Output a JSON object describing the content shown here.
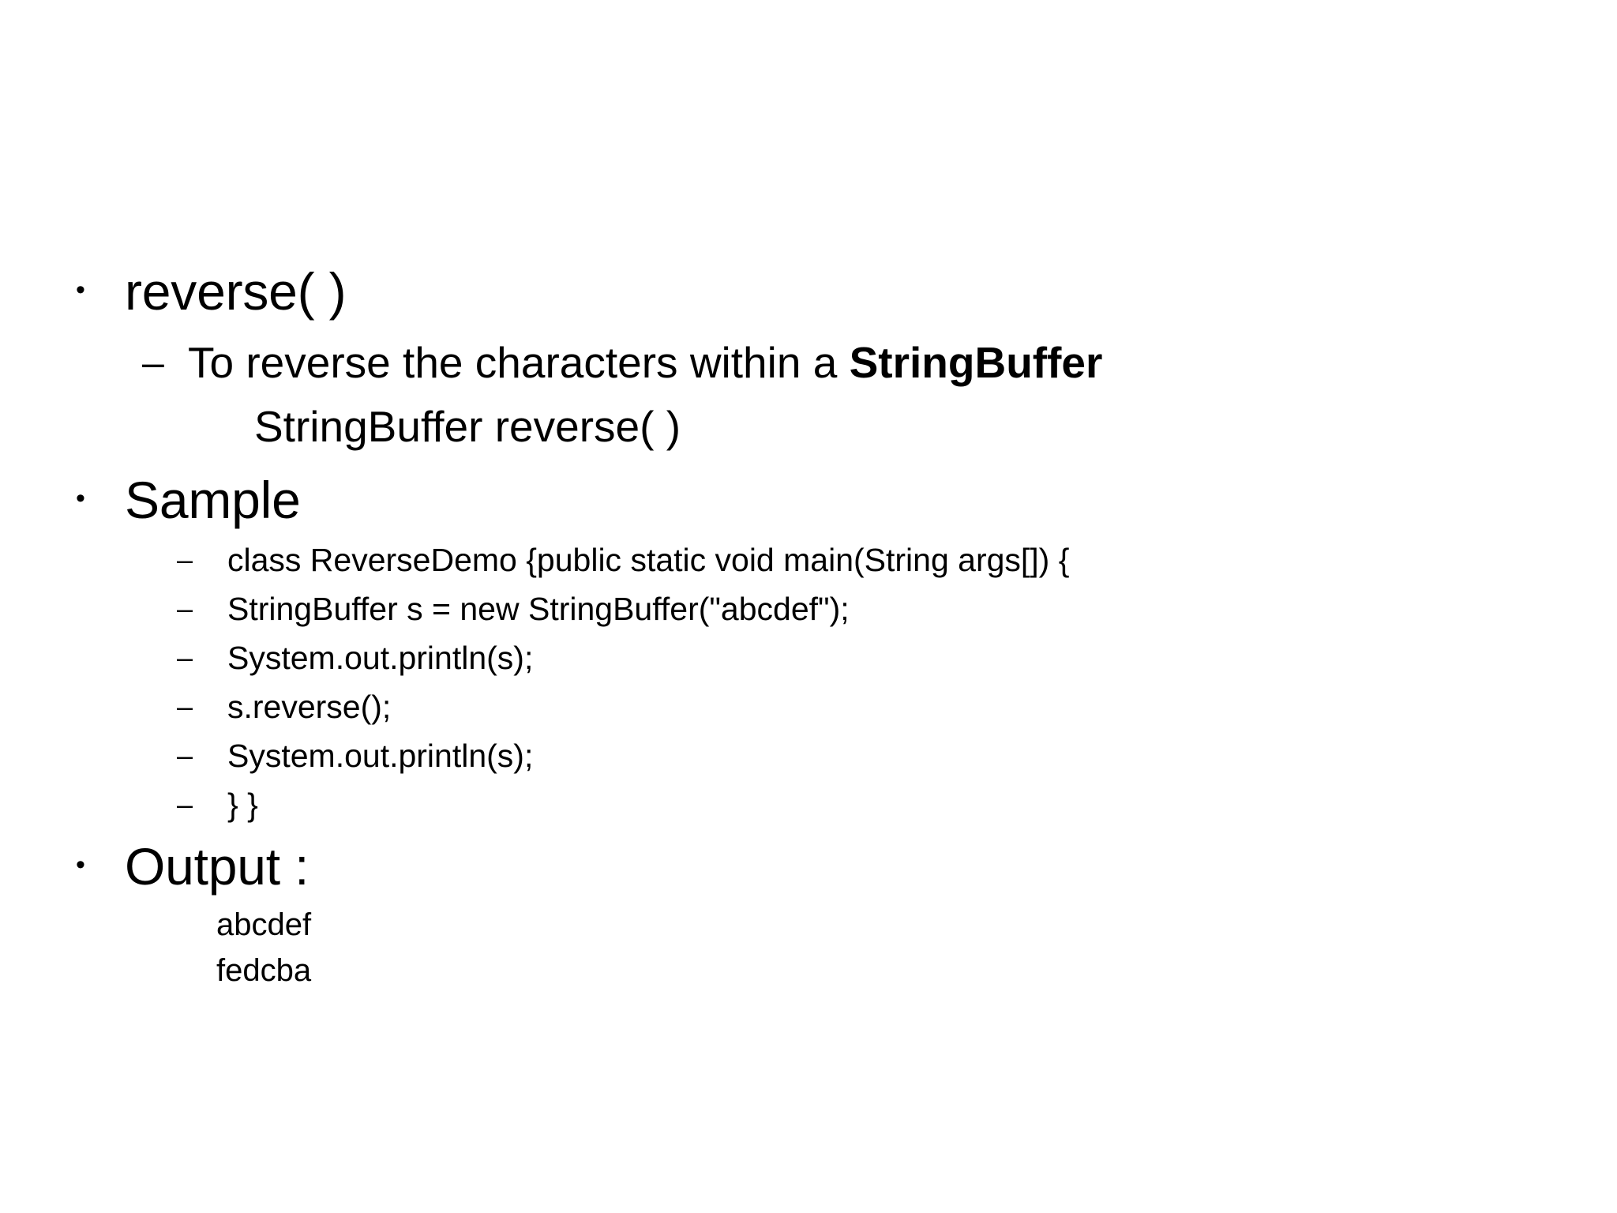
{
  "slide": {
    "background_color": "#ffffff",
    "text_color": "#000000",
    "markers": {
      "bullet": "•",
      "dash": "–"
    },
    "content": [
      {
        "level": 1,
        "name": "heading-reverse",
        "text": "reverse( )"
      },
      {
        "level": 2,
        "name": "reverse-description",
        "text_before_bold": "To reverse the characters within a ",
        "bold_text": "StringBuffer",
        "continuation": "StringBuffer reverse( )"
      },
      {
        "level": 1,
        "name": "heading-sample",
        "text": "Sample"
      },
      {
        "level": 3,
        "name": "code-line-1",
        "text": "class ReverseDemo {public static void main(String args[]) {"
      },
      {
        "level": 3,
        "name": "code-line-2",
        "text": "StringBuffer s = new StringBuffer(\"abcdef\");"
      },
      {
        "level": 3,
        "name": "code-line-3",
        "text": "System.out.println(s);"
      },
      {
        "level": 3,
        "name": "code-line-4",
        "text": "s.reverse();"
      },
      {
        "level": 3,
        "name": "code-line-5",
        "text": "System.out.println(s);"
      },
      {
        "level": 3,
        "name": "code-line-6",
        "text": "}   }"
      },
      {
        "level": 1,
        "name": "heading-output",
        "text": "Output :"
      }
    ],
    "output_lines": [
      "abcdef",
      "fedcba"
    ]
  },
  "bullets": {
    "reverse_title": "reverse( )",
    "desc_plain": "To reverse the characters within a ",
    "desc_bold": "StringBuffer",
    "desc_continuation": "StringBuffer reverse( )",
    "sample_title": "Sample",
    "code": {
      "line1": "class ReverseDemo {public static void main(String args[]) {",
      "line2": "StringBuffer s = new StringBuffer(\"abcdef\");",
      "line3": "System.out.println(s);",
      "line4": "s.reverse();",
      "line5": "System.out.println(s);",
      "line6": "}   }"
    },
    "output_title": "Output :",
    "output1": "abcdef",
    "output2": "fedcba"
  },
  "glyphs": {
    "bullet": "•",
    "dash": "–"
  }
}
